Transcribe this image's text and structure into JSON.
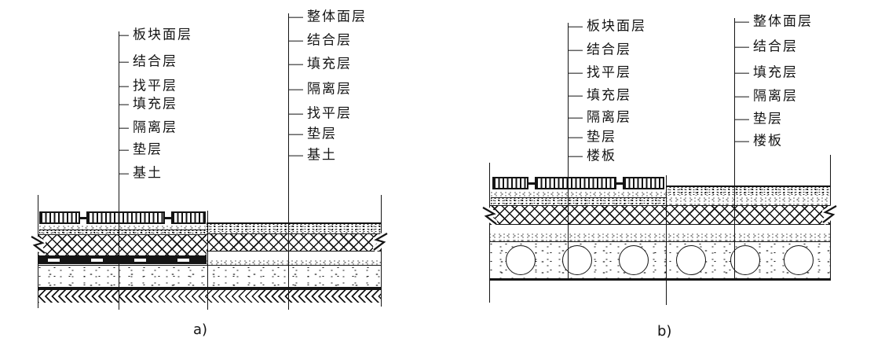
{
  "colors": {
    "ink": "#141414",
    "paper": "#ffffff"
  },
  "diagram_a": {
    "caption": "a)",
    "tile_floor_labels": [
      "板块面层",
      "结合层",
      "找平层",
      "填充层",
      "隔离层",
      "垫层",
      "基土"
    ],
    "monolithic_floor_labels": [
      "整体面层",
      "结合层",
      "填充层",
      "隔离层",
      "找平层",
      "垫层",
      "基土"
    ]
  },
  "diagram_b": {
    "caption": "b)",
    "tile_floor_labels": [
      "板块面层",
      "结合层",
      "找平层",
      "填充层",
      "隔离层",
      "垫层",
      "楼板"
    ],
    "monolithic_floor_labels": [
      "整体面层",
      "结合层",
      "填充层",
      "隔离层",
      "垫层",
      "楼板"
    ]
  }
}
